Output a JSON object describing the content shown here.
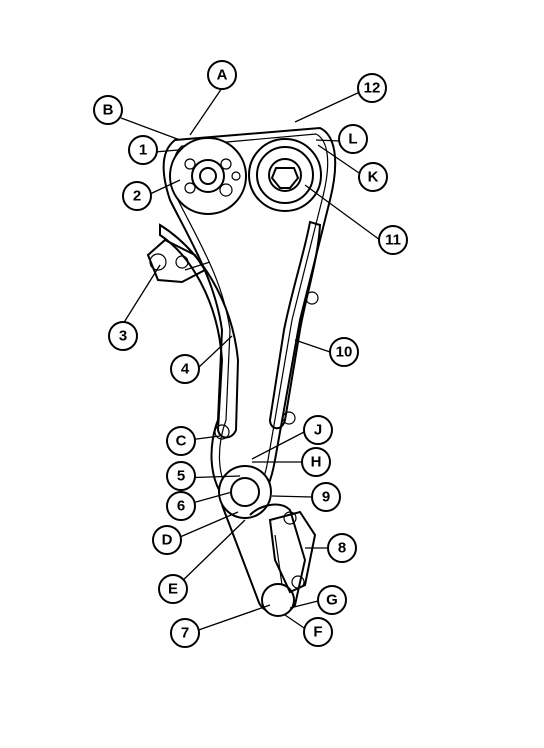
{
  "callouts": {
    "A": "A",
    "B": "B",
    "C": "C",
    "D": "D",
    "E": "E",
    "F": "F",
    "G": "G",
    "H": "H",
    "J": "J",
    "K": "K",
    "L": "L",
    "n1": "1",
    "n2": "2",
    "n3": "3",
    "n4": "4",
    "n5": "5",
    "n6": "6",
    "n7": "7",
    "n8": "8",
    "n9": "9",
    "n10": "10",
    "n11": "11",
    "n12": "12"
  }
}
